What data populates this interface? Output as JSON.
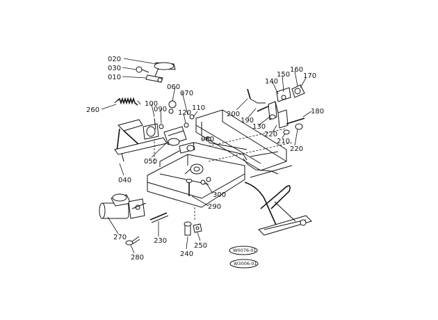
{
  "diagram": {
    "labels": {
      "p020": "020",
      "p030": "030",
      "p010": "010",
      "p260": "260",
      "p060": "060",
      "p070": "070",
      "p100": "100",
      "p090": "090",
      "p120": "120",
      "p110": "110",
      "p080": "080",
      "p050": "050",
      "p040": "040",
      "p270": "270",
      "p280": "280",
      "p230": "230",
      "p240": "240",
      "p250": "250",
      "p290": "290",
      "p300": "300",
      "p200": "200",
      "p190": "190",
      "p130": "130",
      "p140": "140",
      "p150": "150",
      "p160": "160",
      "p170": "170",
      "p180": "180",
      "p210": "210",
      "p220a": "220",
      "p220b": "220"
    },
    "refs": {
      "ref1": "W0076-01",
      "ref2": "W3006-01"
    }
  }
}
